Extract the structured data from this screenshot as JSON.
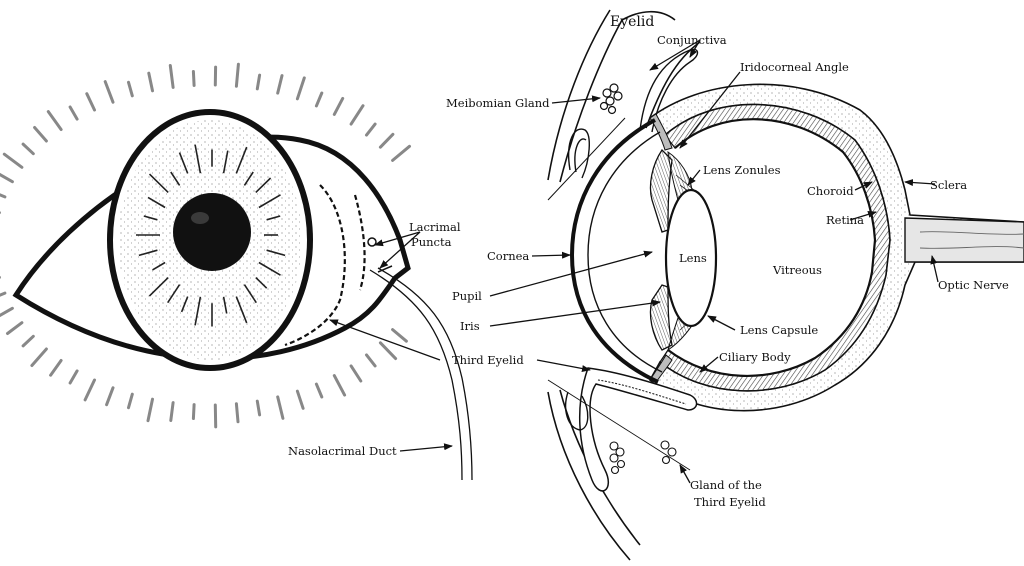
{
  "labels": {
    "eyelid": "Eyelid",
    "conjunctiva": "Conjunctiva",
    "iridocorneal_angle": "Iridocorneal Angle",
    "meibomian_gland": "Meibomian Gland",
    "lens_zonules": "Lens Zonules",
    "choroid": "Choroid",
    "sclera": "Sclera",
    "retina": "Retina",
    "lacrimal_puncta_line1": "Lacrimal",
    "lacrimal_puncta_line2": "Puncta",
    "cornea": "Cornea",
    "lens": "Lens",
    "vitreous": "Vitreous",
    "optic_nerve": "Optic Nerve",
    "pupil": "Pupil",
    "iris": "Iris",
    "lens_capsule": "Lens Capsule",
    "third_eyelid": "Third Eyelid",
    "ciliary_body": "Ciliary Body",
    "nasolacrimal_duct": "Nasolacrimal Duct",
    "gland_third_eyelid_line1": "Gland of the",
    "gland_third_eyelid_line2": "Third Eyelid"
  },
  "colors": {
    "ink": "#111111",
    "background": "#ffffff",
    "shading": "#bdbdbd",
    "light_shading": "#dcdcdc"
  }
}
